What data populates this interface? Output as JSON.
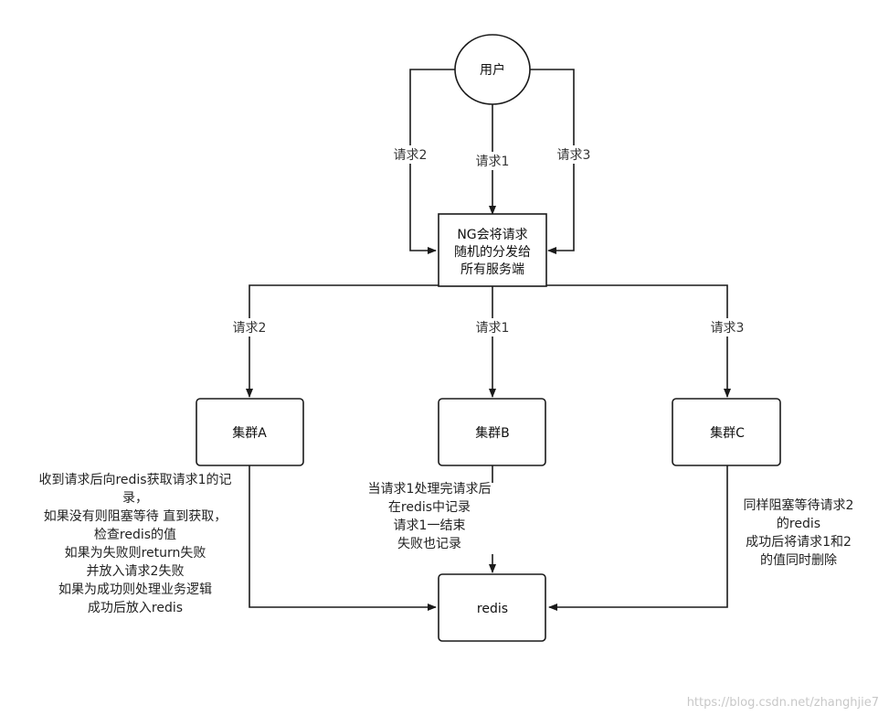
{
  "nodes": {
    "user": "用户",
    "ng": [
      "NG会将请求",
      "随机的分发给",
      "所有服务端"
    ],
    "cluster_a": "集群A",
    "cluster_b": "集群B",
    "cluster_c": "集群C",
    "redis": "redis"
  },
  "edges": {
    "top_left": "请求2",
    "top_mid": "请求1",
    "top_right": "请求3",
    "bottom_left": "请求2",
    "bottom_mid": "请求1",
    "bottom_right": "请求3"
  },
  "notes": {
    "left": [
      "收到请求后向redis获取请求1的记",
      "录，",
      "如果没有则阻塞等待 直到获取，",
      "检查redis的值",
      "如果为失败则return失败",
      "并放入请求2失败",
      "如果为成功则处理业务逻辑",
      "成功后放入redis"
    ],
    "middle": [
      "当请求1处理完请求后",
      "在redis中记录",
      "请求1一结束",
      "失败也记录"
    ],
    "right": [
      "同样阻塞等待请求2",
      "的redis",
      "成功后将请求1和2",
      "的值同时删除"
    ]
  },
  "watermark": "https://blog.csdn.net/zhanghjie7"
}
